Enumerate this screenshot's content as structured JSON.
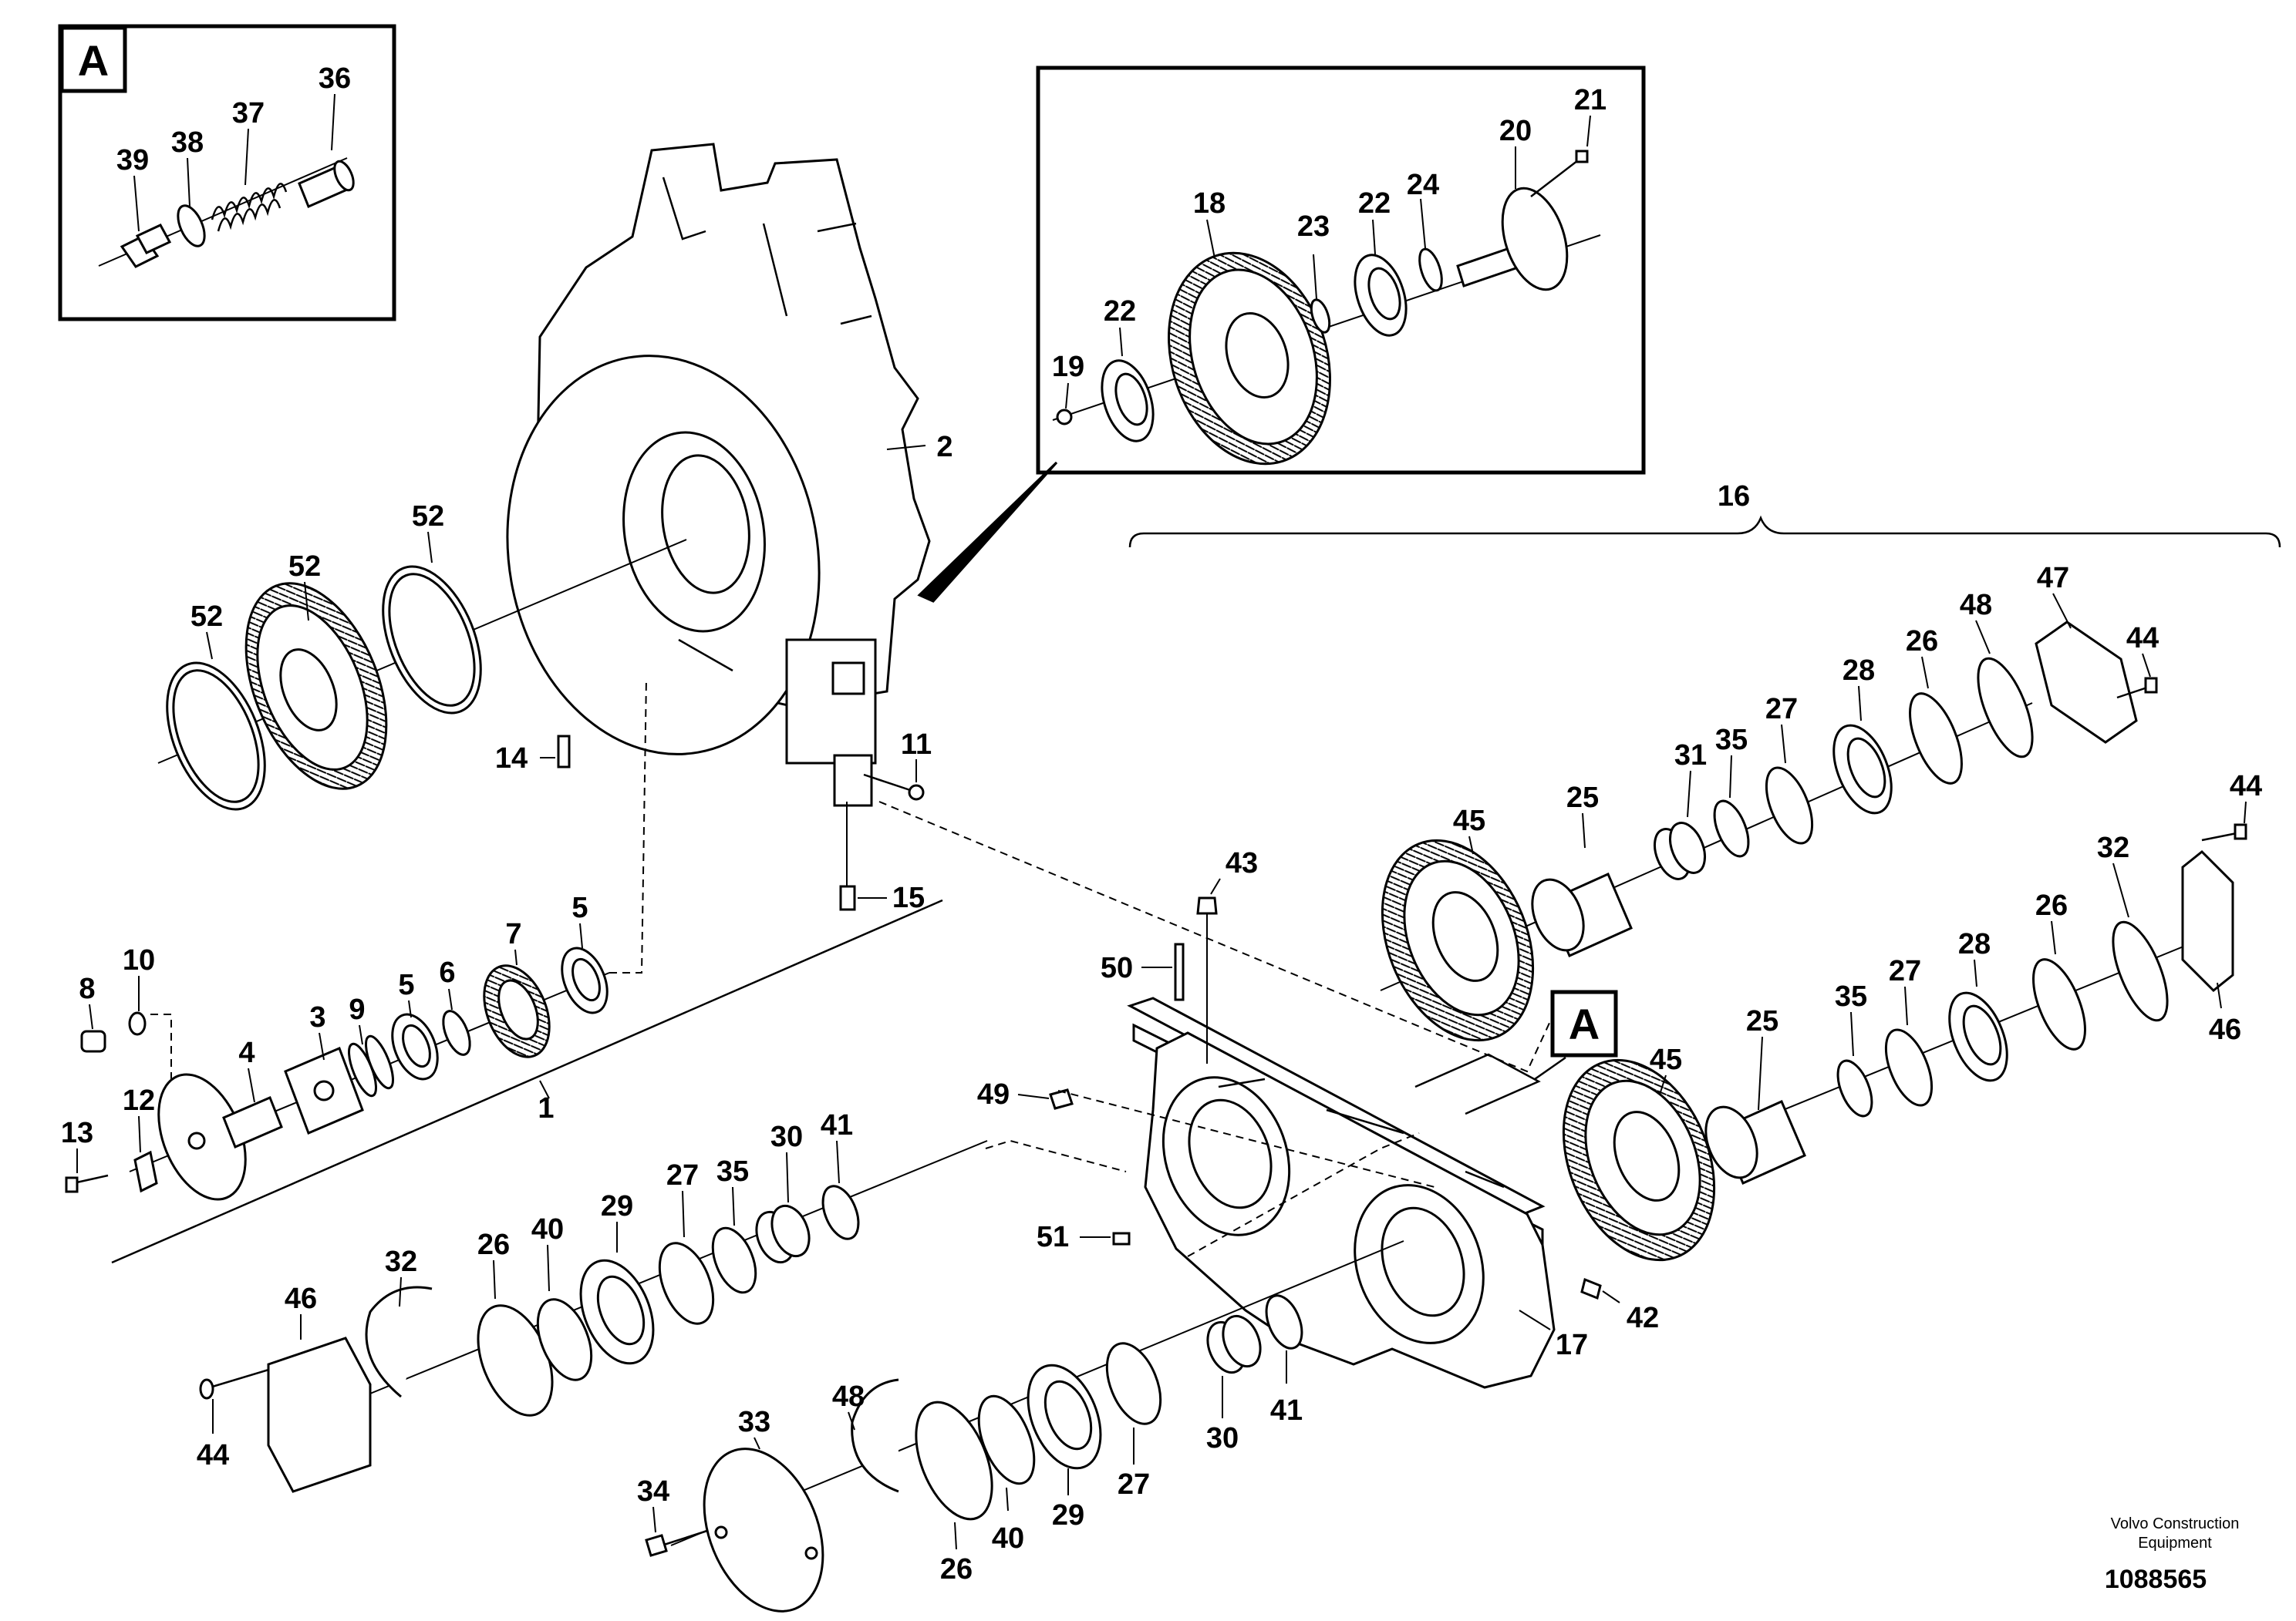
{
  "ref_label": "A",
  "labels": {
    "l1": "1",
    "l2": "2",
    "l3": "3",
    "l4": "4",
    "l5a": "5",
    "l5b": "5",
    "l6": "6",
    "l7": "7",
    "l8": "8",
    "l9": "9",
    "l10": "10",
    "l11": "11",
    "l12": "12",
    "l13": "13",
    "l14": "14",
    "l15": "15",
    "l16": "16",
    "l17": "17",
    "l18": "18",
    "l19": "19",
    "l20": "20",
    "l21": "21",
    "l22a": "22",
    "l22b": "22",
    "l23": "23",
    "l24": "24",
    "l25a": "25",
    "l25b": "25",
    "l26a": "26",
    "l26b": "26",
    "l26c": "26",
    "l26d": "26",
    "l27a": "27",
    "l27b": "27",
    "l27c": "27",
    "l27d": "27",
    "l28a": "28",
    "l28b": "28",
    "l29a": "29",
    "l29b": "29",
    "l30a": "30",
    "l30b": "30",
    "l31": "31",
    "l32a": "32",
    "l32b": "32",
    "l33": "33",
    "l34": "34",
    "l35a": "35",
    "l35b": "35",
    "l35c": "35",
    "l36": "36",
    "l37": "37",
    "l38": "38",
    "l39": "39",
    "l40a": "40",
    "l40b": "40",
    "l41a": "41",
    "l41b": "41",
    "l42": "42",
    "l43": "43",
    "l44a": "44",
    "l44b": "44",
    "l44c": "44",
    "l45a": "45",
    "l45b": "45",
    "l46a": "46",
    "l46b": "46",
    "l47": "47",
    "l48a": "48",
    "l48b": "48",
    "l49": "49",
    "l50": "50",
    "l51": "51",
    "l52a": "52",
    "l52b": "52",
    "l52c": "52"
  },
  "footer": {
    "brand_line1": "Volvo Construction",
    "brand_line2": "Equipment",
    "drawing_number": "1088565"
  }
}
